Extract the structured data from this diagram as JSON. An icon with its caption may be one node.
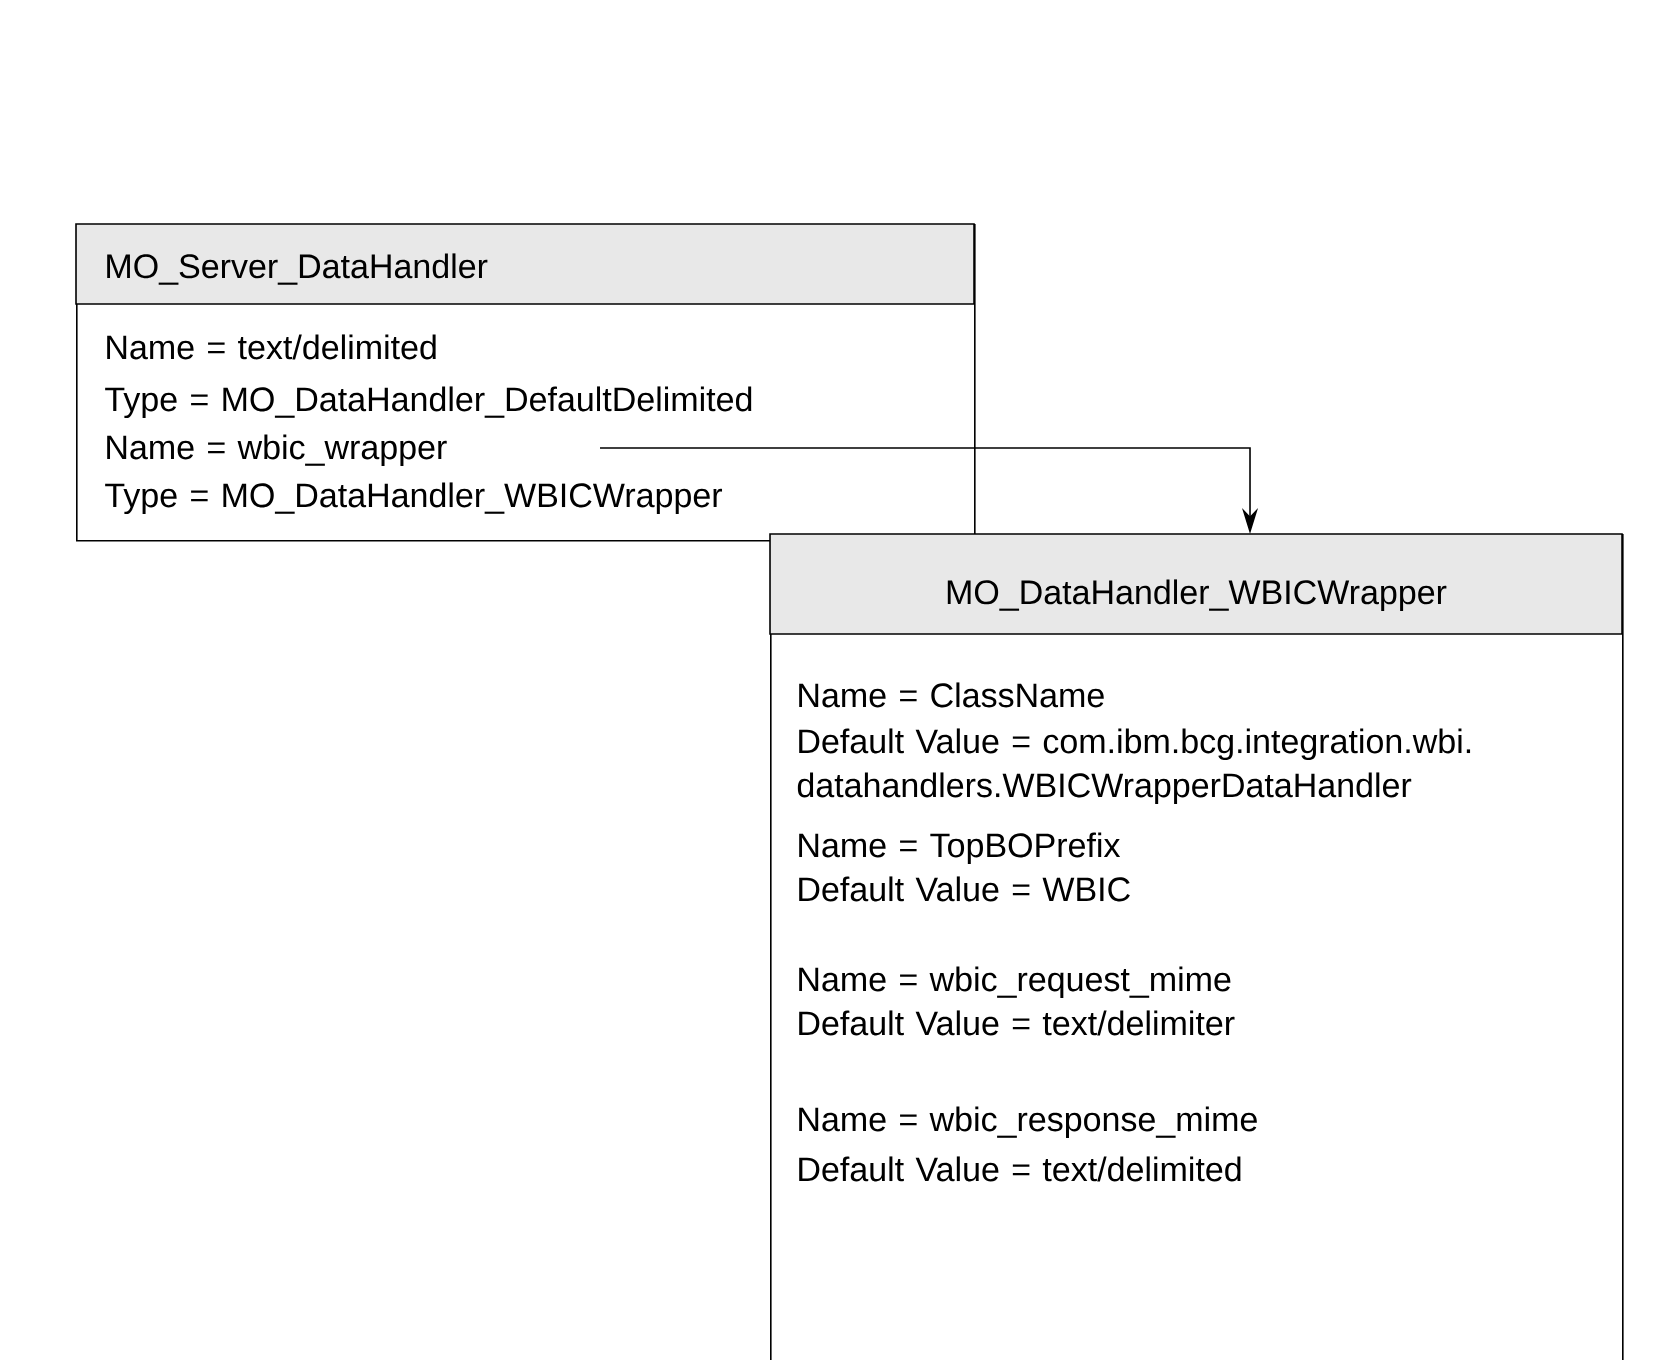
{
  "diagram": {
    "nodes": [
      {
        "text": [
          "MO_Server_DataHandler",
          "Name = text/delimited",
          "Type = MO_DataHandler_DefaultDelimited",
          "Name = wbic_wrapper",
          "Type = MO_DataHandler_WBICWrapper"
        ]
      },
      {
        "text": [
          "MO_DataHandler_WBICWrapper",
          "Name = ClassName",
          "Default Value = com.ibm.bcg.integration.wbi. datahandlers.WBICWrapperDataHandler",
          "Name = TopBOPrefix",
          "Default Value = WBIC",
          "Name = wbic_request_mime",
          "Default Value = text/delimiter",
          "Name = wbic_response_mime",
          "Default Value = text/delimited"
        ]
      }
    ],
    "edges": [
      {
        "from": 0,
        "to": 1,
        "arrow": "to"
      }
    ]
  }
}
